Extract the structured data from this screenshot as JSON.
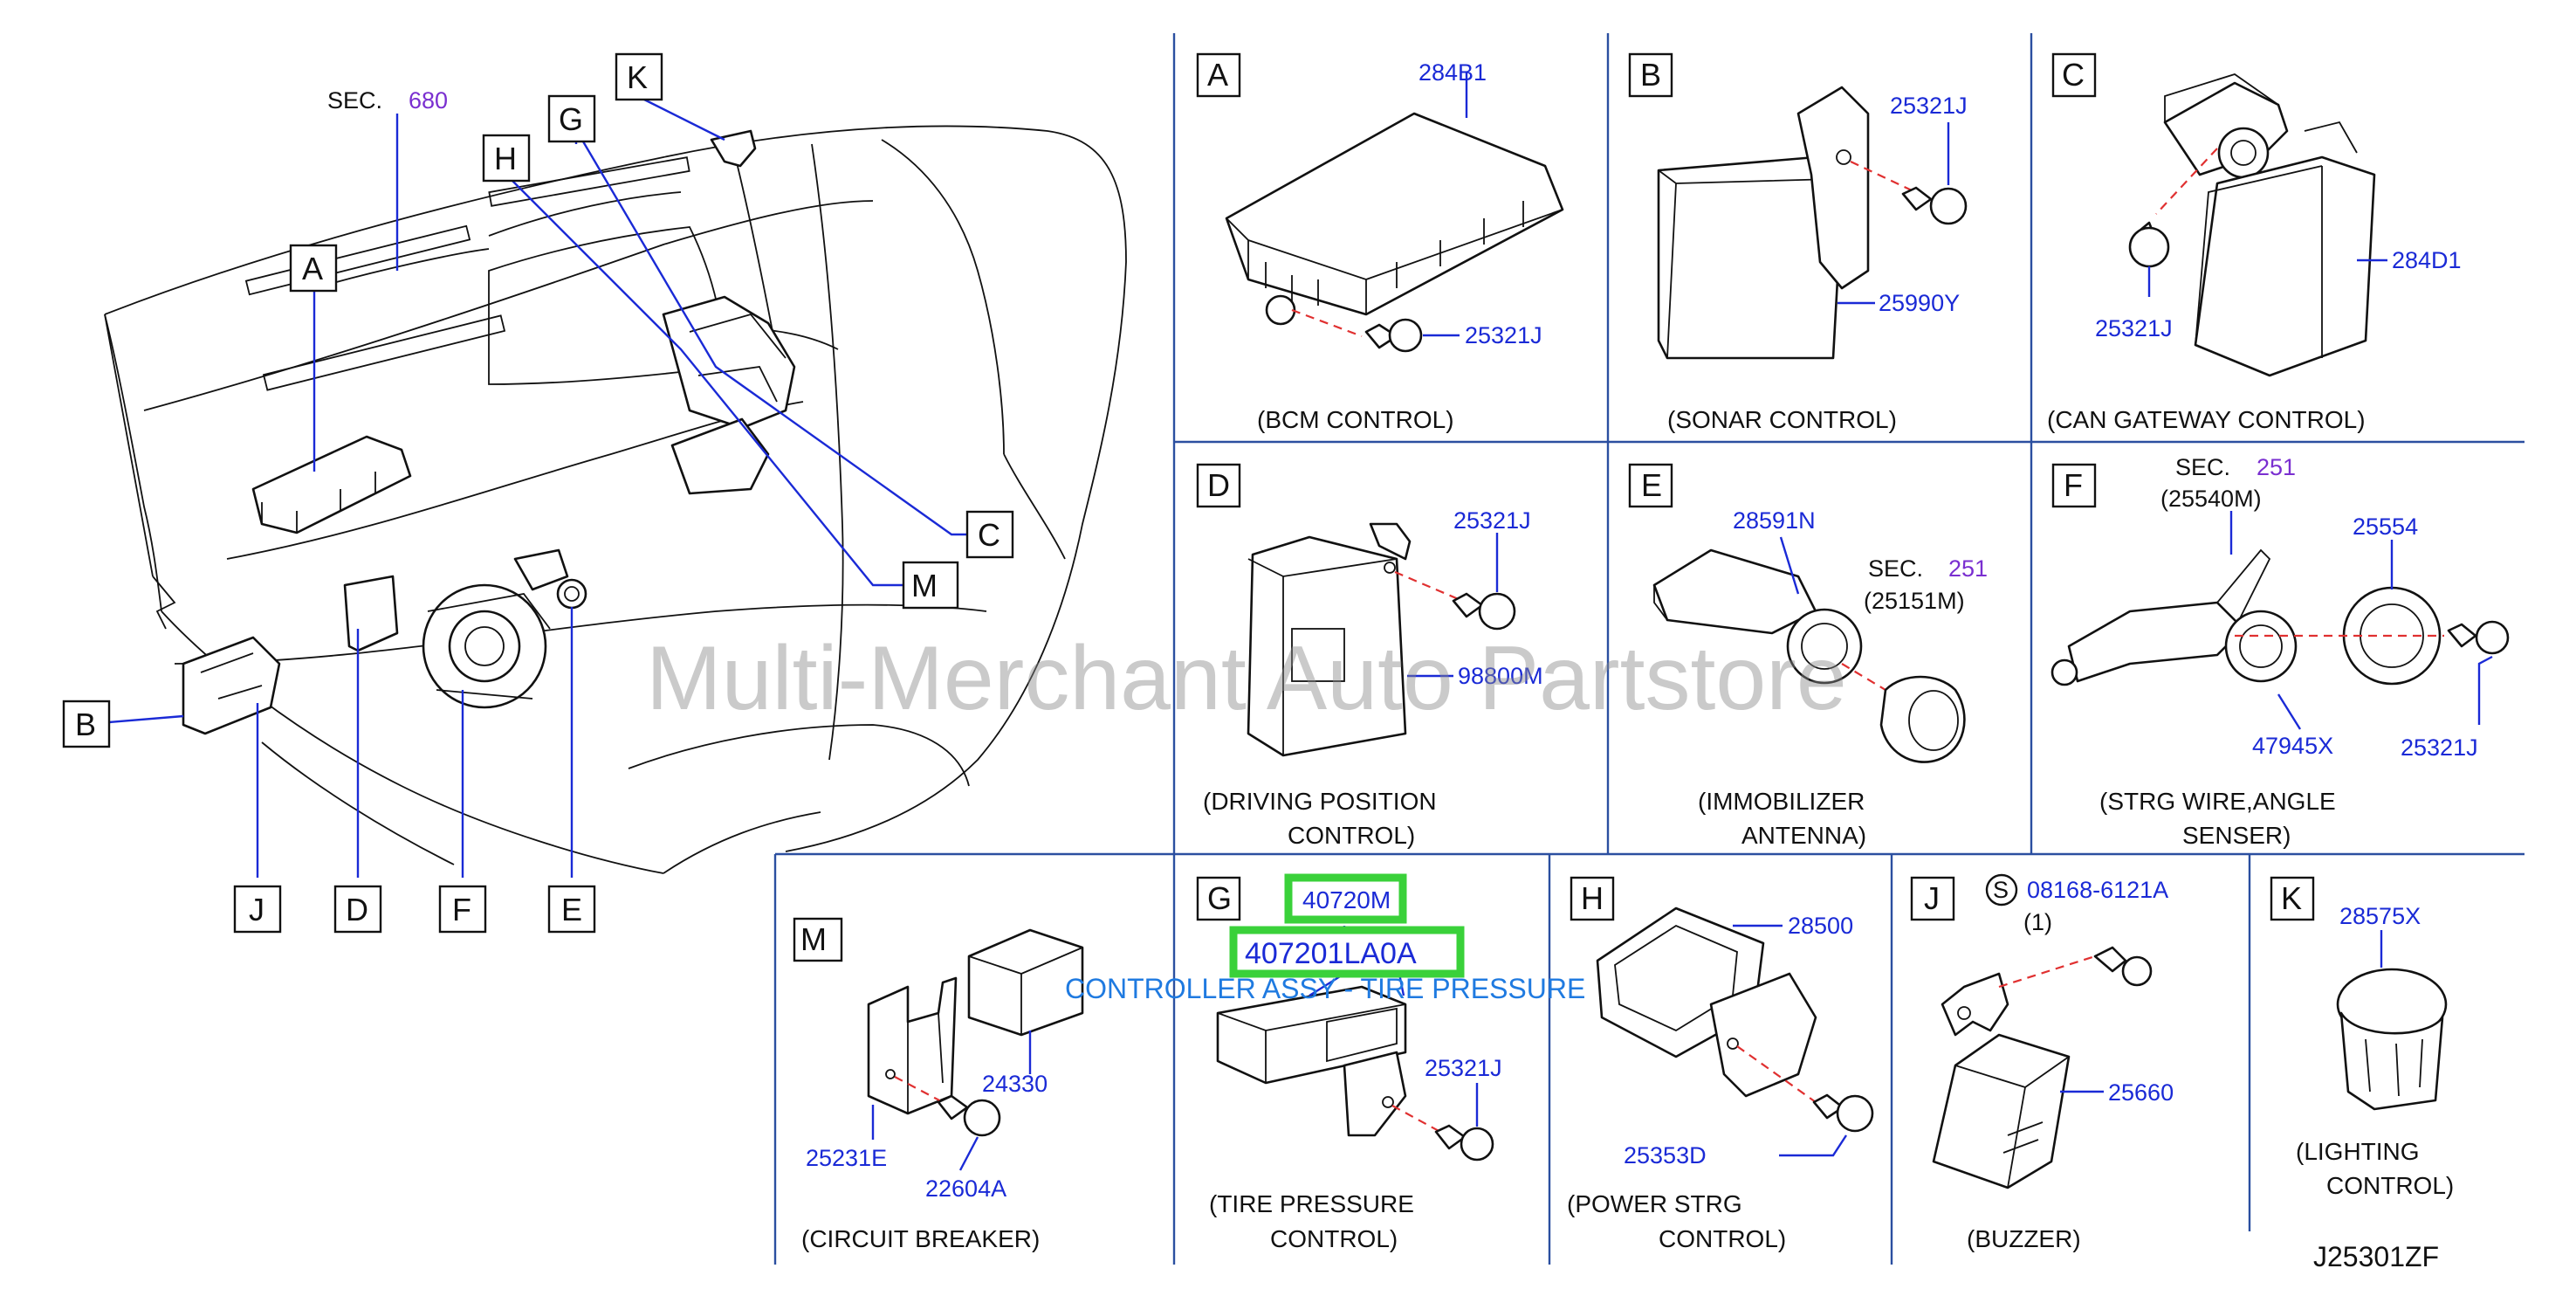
{
  "watermark": "Multi-Merchant Auto Partstore",
  "diagram_code": "J25301ZF",
  "overview": {
    "sec_label": "SEC.",
    "sec_number": "680",
    "letters": [
      "A",
      "B",
      "C",
      "D",
      "E",
      "F",
      "G",
      "H",
      "J",
      "K",
      "M"
    ]
  },
  "panels": {
    "A": {
      "letter": "A",
      "parts": [
        "284B1",
        "25321J"
      ],
      "caption": [
        "(BCM   CONTROL)"
      ]
    },
    "B": {
      "letter": "B",
      "parts": [
        "25321J",
        "25990Y"
      ],
      "caption": [
        "(SONAR   CONTROL)"
      ]
    },
    "C": {
      "letter": "C",
      "parts": [
        "284D1",
        "25321J"
      ],
      "caption": [
        "(CAN   GATEWAY   CONTROL)"
      ]
    },
    "D": {
      "letter": "D",
      "parts": [
        "25321J",
        "98800M"
      ],
      "caption": [
        "(DRIVING   POSITION",
        "CONTROL)"
      ]
    },
    "E": {
      "letter": "E",
      "parts": [
        "28591N",
        "(25151M)"
      ],
      "sec_label": "SEC.",
      "sec_number": "251",
      "caption": [
        "(IMMOBILIZER",
        "ANTENNA)"
      ]
    },
    "F": {
      "letter": "F",
      "parts": [
        "(25540M)",
        "25554",
        "47945X",
        "25321J"
      ],
      "sec_label": "SEC.",
      "sec_number": "251",
      "caption": [
        "(STRG   WIRE,ANGLE",
        "SENSER)"
      ]
    },
    "G": {
      "letter": "G",
      "parts": [
        "40720M",
        "407201LA0A",
        "25321J"
      ],
      "tooltip": "CONTROLLER ASSY - TIRE PRESSURE",
      "caption": [
        "(TIRE   PRESSURE",
        "CONTROL)"
      ]
    },
    "H": {
      "letter": "H",
      "parts": [
        "28500",
        "25353D"
      ],
      "caption": [
        "(POWER   STRG",
        "CONTROL)"
      ]
    },
    "J": {
      "letter": "J",
      "bolt_symbol": "S",
      "parts": [
        "08168-6121A",
        "(1)",
        "25660"
      ],
      "caption": [
        "(BUZZER)"
      ]
    },
    "K": {
      "letter": "K",
      "parts": [
        "28575X"
      ],
      "caption": [
        "(LIGHTING",
        "CONTROL)"
      ]
    },
    "M": {
      "letter": "M",
      "parts": [
        "24330",
        "25231E",
        "22604A"
      ],
      "caption": [
        "(CIRCUIT   BREAKER)"
      ]
    }
  },
  "colors": {
    "part_number": "#1a2ad6",
    "sec_number": "#7a2fd0",
    "grid": "#2b4fa0",
    "highlight": "#3ad13a",
    "tooltip": "#1f7ae0",
    "dashed_line": "#e03030"
  }
}
